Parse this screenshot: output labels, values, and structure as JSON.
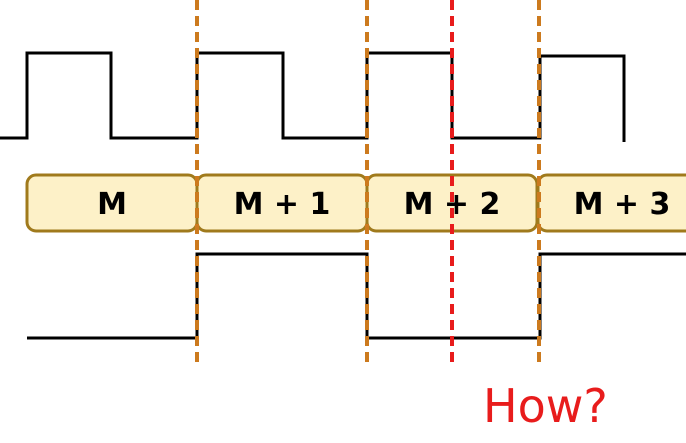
{
  "boxes": [
    {
      "label": "M"
    },
    {
      "label": "M + 1"
    },
    {
      "label": "M + 2"
    },
    {
      "label": "M + 3"
    }
  ],
  "question": "How?",
  "colors": {
    "signal": "#000000",
    "box_fill": "#fdf1c8",
    "box_stroke": "#a07a1c",
    "boundary_line": "#cc7a1e",
    "query_line": "#e81c1c",
    "question_text": "#e81c1c"
  }
}
